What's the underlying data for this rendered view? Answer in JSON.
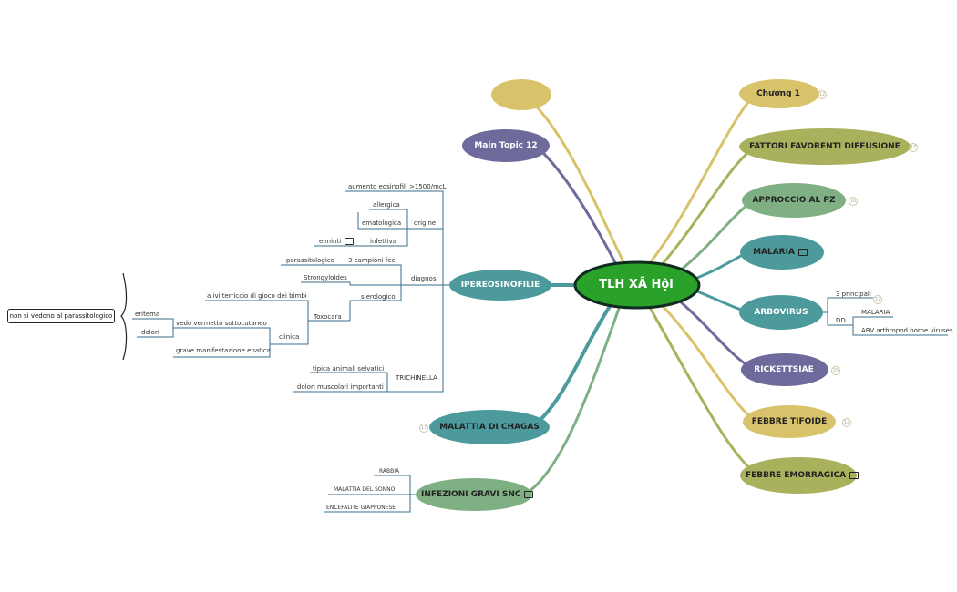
{
  "central": {
    "title": "TLH XÃ Hội"
  },
  "colors": {
    "yellow": "#d9c36a",
    "olive": "#a9b15d",
    "sage": "#7fb083",
    "teal": "#4d9a9c",
    "purple": "#6e6a9c",
    "central_green": "#2aa22a"
  },
  "right_topics": [
    {
      "label": "Chương 1",
      "badge": "12"
    },
    {
      "label": "FATTORI FAVORENTI DIFFUSIONE",
      "badge": "17"
    },
    {
      "label": "APPROCCIO AL PZ",
      "badge": "16"
    },
    {
      "label": "MALARIA",
      "note": "note-icon"
    },
    {
      "label": "ARBOVIRUS",
      "sub": {
        "three": "3 principali",
        "three_badge": "12",
        "dd": "DD",
        "dd_items": [
          "MALARIA",
          "ABV arthropod borne viruses"
        ]
      }
    },
    {
      "label": "RICKETTSIAE",
      "badge": "25"
    },
    {
      "label": "FEBBRE TIFOIDE",
      "badge": "12"
    },
    {
      "label": "FEBBRE EMORRAGICA",
      "note": "note-icon"
    }
  ],
  "left_topics": {
    "empty": "",
    "main12": "Main Topic 12",
    "ipereo": "IPEREOSINOFILIE",
    "chagas": {
      "label": "MALATTIA DI CHAGAS",
      "badge": "17"
    },
    "snc": {
      "label": "INFEZIONI GRAVI SNC",
      "note": "note-icon"
    }
  },
  "ipereo_children": {
    "aumento": "aumento eosinofili >1500/mcL",
    "origine": "origine",
    "allergica": "allergica",
    "ematologica": "ematologica",
    "infettiva": "infettiva",
    "elminti": "elminti",
    "diagnosi": "diagnosi",
    "parassitologico": "parassitologico",
    "campioni": "3 campioni feci",
    "strongyloides": "Strongyloides",
    "sierologico": "sierologico",
    "ivi": "a ivi terriccio di gioco dei bimbi",
    "toxocara": "Toxocara",
    "vermetto": "vedo vermetto sottocutaneo",
    "clinica": "clinica",
    "grave": "grave manifestazione epatica",
    "eritema": "eritema",
    "dolori": "dolori",
    "trichinella": "TRICHINELLA",
    "tipica": "tipica animali selvatici",
    "dolori_musc": "dolori muscolari importanti"
  },
  "callout": "non si vedono al parassitologico",
  "snc_children": [
    "RABBIA",
    "MALATTIA DEL SONNO",
    "ENCEFALITE GIAPPONESE"
  ]
}
